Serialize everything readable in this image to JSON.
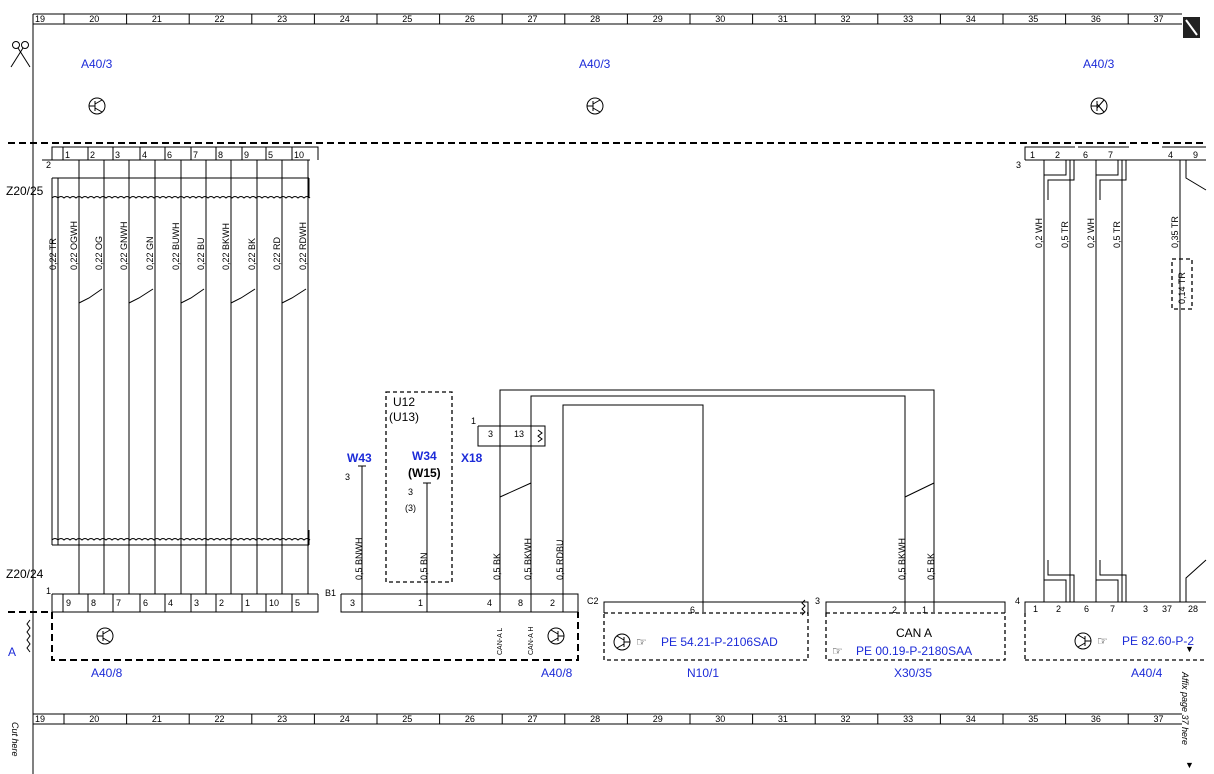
{
  "ruler": {
    "numbers": [
      "19",
      "20",
      "21",
      "22",
      "23",
      "24",
      "25",
      "26",
      "27",
      "28",
      "29",
      "30",
      "31",
      "32",
      "33",
      "34",
      "35",
      "36",
      "37"
    ]
  },
  "components": {
    "a40_3_left": "A40/3",
    "a40_3_mid": "A40/3",
    "a40_3_right": "A40/3",
    "a40_8_left": "A40/8",
    "a40_8_right": "A40/8",
    "n10_1": "N10/1",
    "x30_35": "X30/35",
    "a40_4": "A40/4",
    "u12": "U12",
    "u13": "(U13)",
    "w43": "W43",
    "w34": "W34",
    "w15": "(W15)",
    "x18": "X18",
    "b1": "B1",
    "c2": "C2",
    "can_a": "CAN A",
    "ref_n10": "PE 54.21-P-2106SAD",
    "ref_x30": "PE 00.19-P-2180SAA",
    "ref_a40_4": "PE 82.60-P-2"
  },
  "refs": {
    "z20_25": "Z20/25",
    "z20_24": "Z20/24"
  },
  "connector_top_left": {
    "pins": [
      "1",
      "2",
      "3",
      "4",
      "6",
      "7",
      "8",
      "9",
      "5",
      "10"
    ],
    "label": "2"
  },
  "connector_top_right": {
    "label": "3",
    "pins": [
      "1",
      "2",
      "6",
      "7",
      "4",
      "9"
    ]
  },
  "wires_left": [
    "0,22 TR",
    "0,22 OGWH",
    "0,22 OG",
    "0,22 GNWH",
    "0,22 GN",
    "0,22 BUWH",
    "0,22 BU",
    "0,22 BKWH",
    "0,22 BK",
    "0,22 RD",
    "0,22 RDWH"
  ],
  "wires_right": [
    "0,2 WH",
    "0,5 TR",
    "0,2 WH",
    "0,5 TR",
    "0,35 TR"
  ],
  "wire_014": "0,14 TR",
  "wires_mid": [
    "0,5 BNWH",
    "0,5 BN",
    "0,5 BK",
    "0,5 BKWH",
    "0,5 RDBU",
    "0,5 BKWH",
    "0,5 BK"
  ],
  "connector_bottom_left": {
    "label": "1",
    "pins": [
      "9",
      "8",
      "7",
      "6",
      "4",
      "3",
      "2",
      "1",
      "10",
      "5"
    ]
  },
  "b1_pins": [
    "3",
    "1",
    "4",
    "8",
    "2"
  ],
  "x18_pins": [
    "1",
    "3",
    "13"
  ],
  "w43_pin": "3",
  "w34_pin": "3",
  "w15_pin": "(3)",
  "n10_pin": "6",
  "n10_conn": "3",
  "x30_pins": [
    "2",
    "1"
  ],
  "a40_4_conn": "4",
  "a40_4_pins": [
    "1",
    "2",
    "6",
    "7",
    "3",
    "37",
    "28"
  ],
  "can_l": "CAN-A L",
  "can_h": "CAN-A H",
  "margin": {
    "cut_here": "Cut here",
    "affix": "Affix page 37 here"
  }
}
